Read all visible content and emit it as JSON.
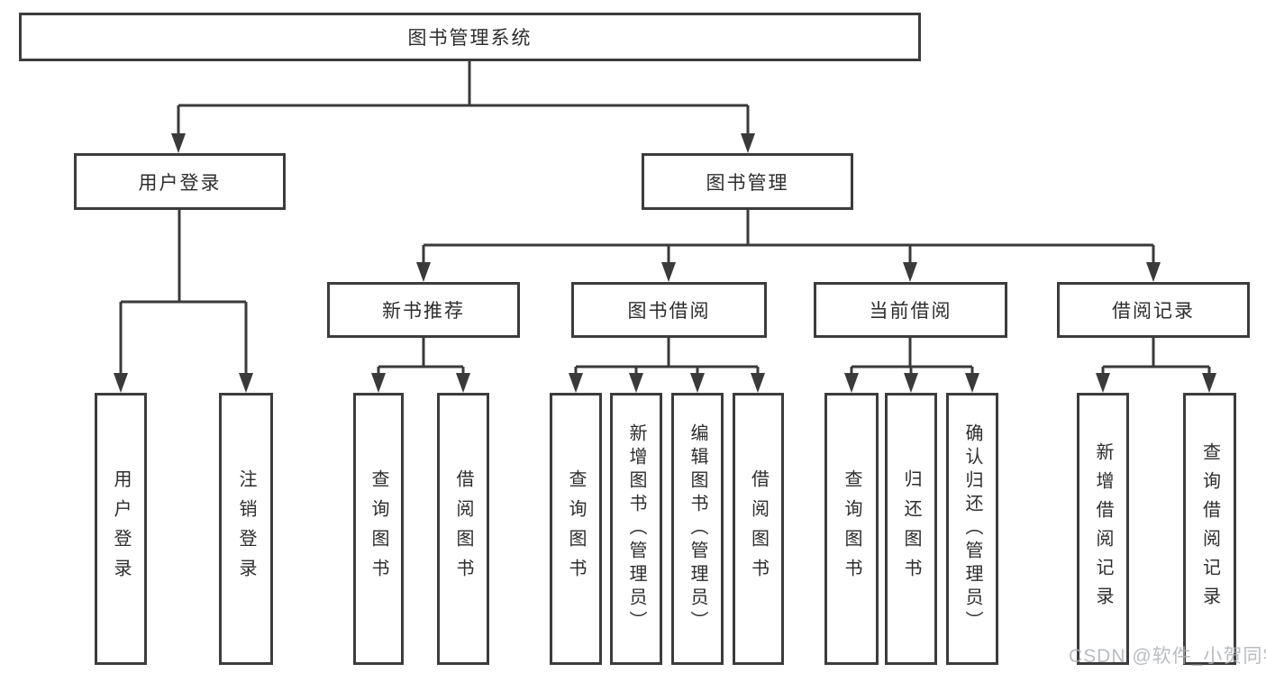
{
  "diagram": {
    "title": "图书管理系统",
    "nodes": {
      "root": "图书管理系统",
      "login": "用户登录",
      "book_mgmt": "图书管理",
      "new_book": "新书推荐",
      "book_borrow": "图书借阅",
      "current_borrow": "当前借阅",
      "borrow_records": "借阅记录"
    },
    "leaves": [
      "用户登录",
      "注销登录",
      "查询图书",
      "借阅图书",
      "查询图书",
      "新增图书（管理员）",
      "编辑图书（管理员）",
      "借阅图书",
      "查询图书",
      "归还图书",
      "确认归还（管理员）",
      "新增借阅记录",
      "查询借阅记录"
    ]
  },
  "colors": {
    "line": "#3a3a3a",
    "box_border": "#3c3c3c",
    "text": "#2d2d2d",
    "watermark": "#aeb1b6"
  },
  "watermark": "CSDN @软件_小贺同学"
}
